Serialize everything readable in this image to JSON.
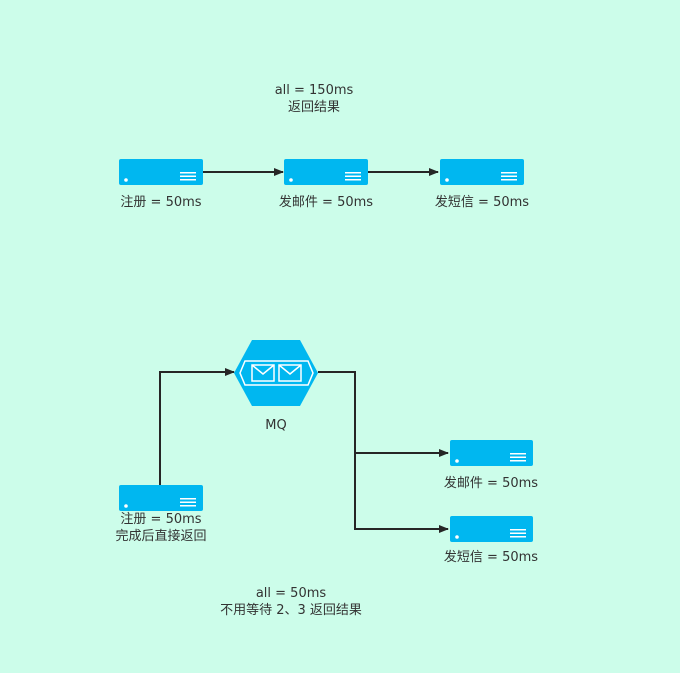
{
  "diagram": {
    "colors": {
      "background": "#ccfdea",
      "server": "#00b7f0",
      "line": "#262626",
      "text": "#333333"
    },
    "sync": {
      "summary_line1": "all = 150ms",
      "summary_line2": "返回结果",
      "nodes": [
        {
          "label": "注册 = 50ms",
          "icon": "server-icon"
        },
        {
          "label": "发邮件 = 50ms",
          "icon": "server-icon"
        },
        {
          "label": "发短信 = 50ms",
          "icon": "server-icon"
        }
      ]
    },
    "async": {
      "register_label": "注册 = 50ms",
      "register_sublabel": "完成后直接返回",
      "mq_label": "MQ",
      "mq_icon": "message-queue-icon",
      "email_label": "发邮件 = 50ms",
      "sms_label": "发短信 = 50ms",
      "summary_line1": "all = 50ms",
      "summary_line2": "不用等待 2、3 返回结果"
    }
  }
}
